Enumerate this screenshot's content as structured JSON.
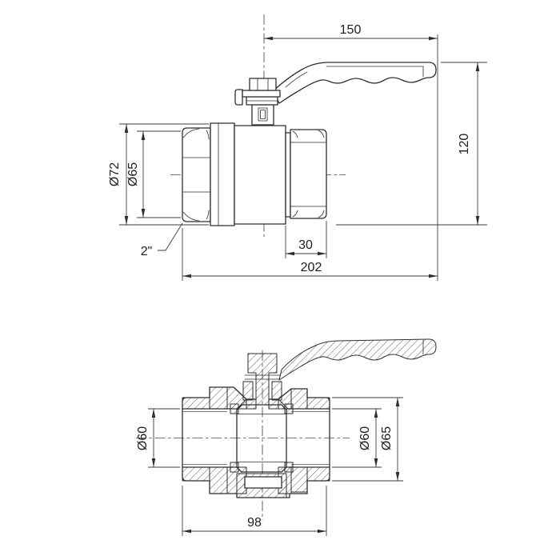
{
  "meta": {
    "background": "#ffffff",
    "line_color": "#2e2e2e",
    "dimension_color": "#3e3e3e"
  },
  "annotations": {
    "side_view": {
      "handle_length": "150",
      "overall_height": "120",
      "ring_diameter": "Ø72",
      "hex_diameter": "Ø65",
      "thread_size": "2\"",
      "coupling_length": "30",
      "overall_length": "202"
    },
    "section_view": {
      "left_bore": "Ø60",
      "right_bore": "Ø60",
      "right_hex": "Ø65",
      "body_length": "98"
    }
  }
}
